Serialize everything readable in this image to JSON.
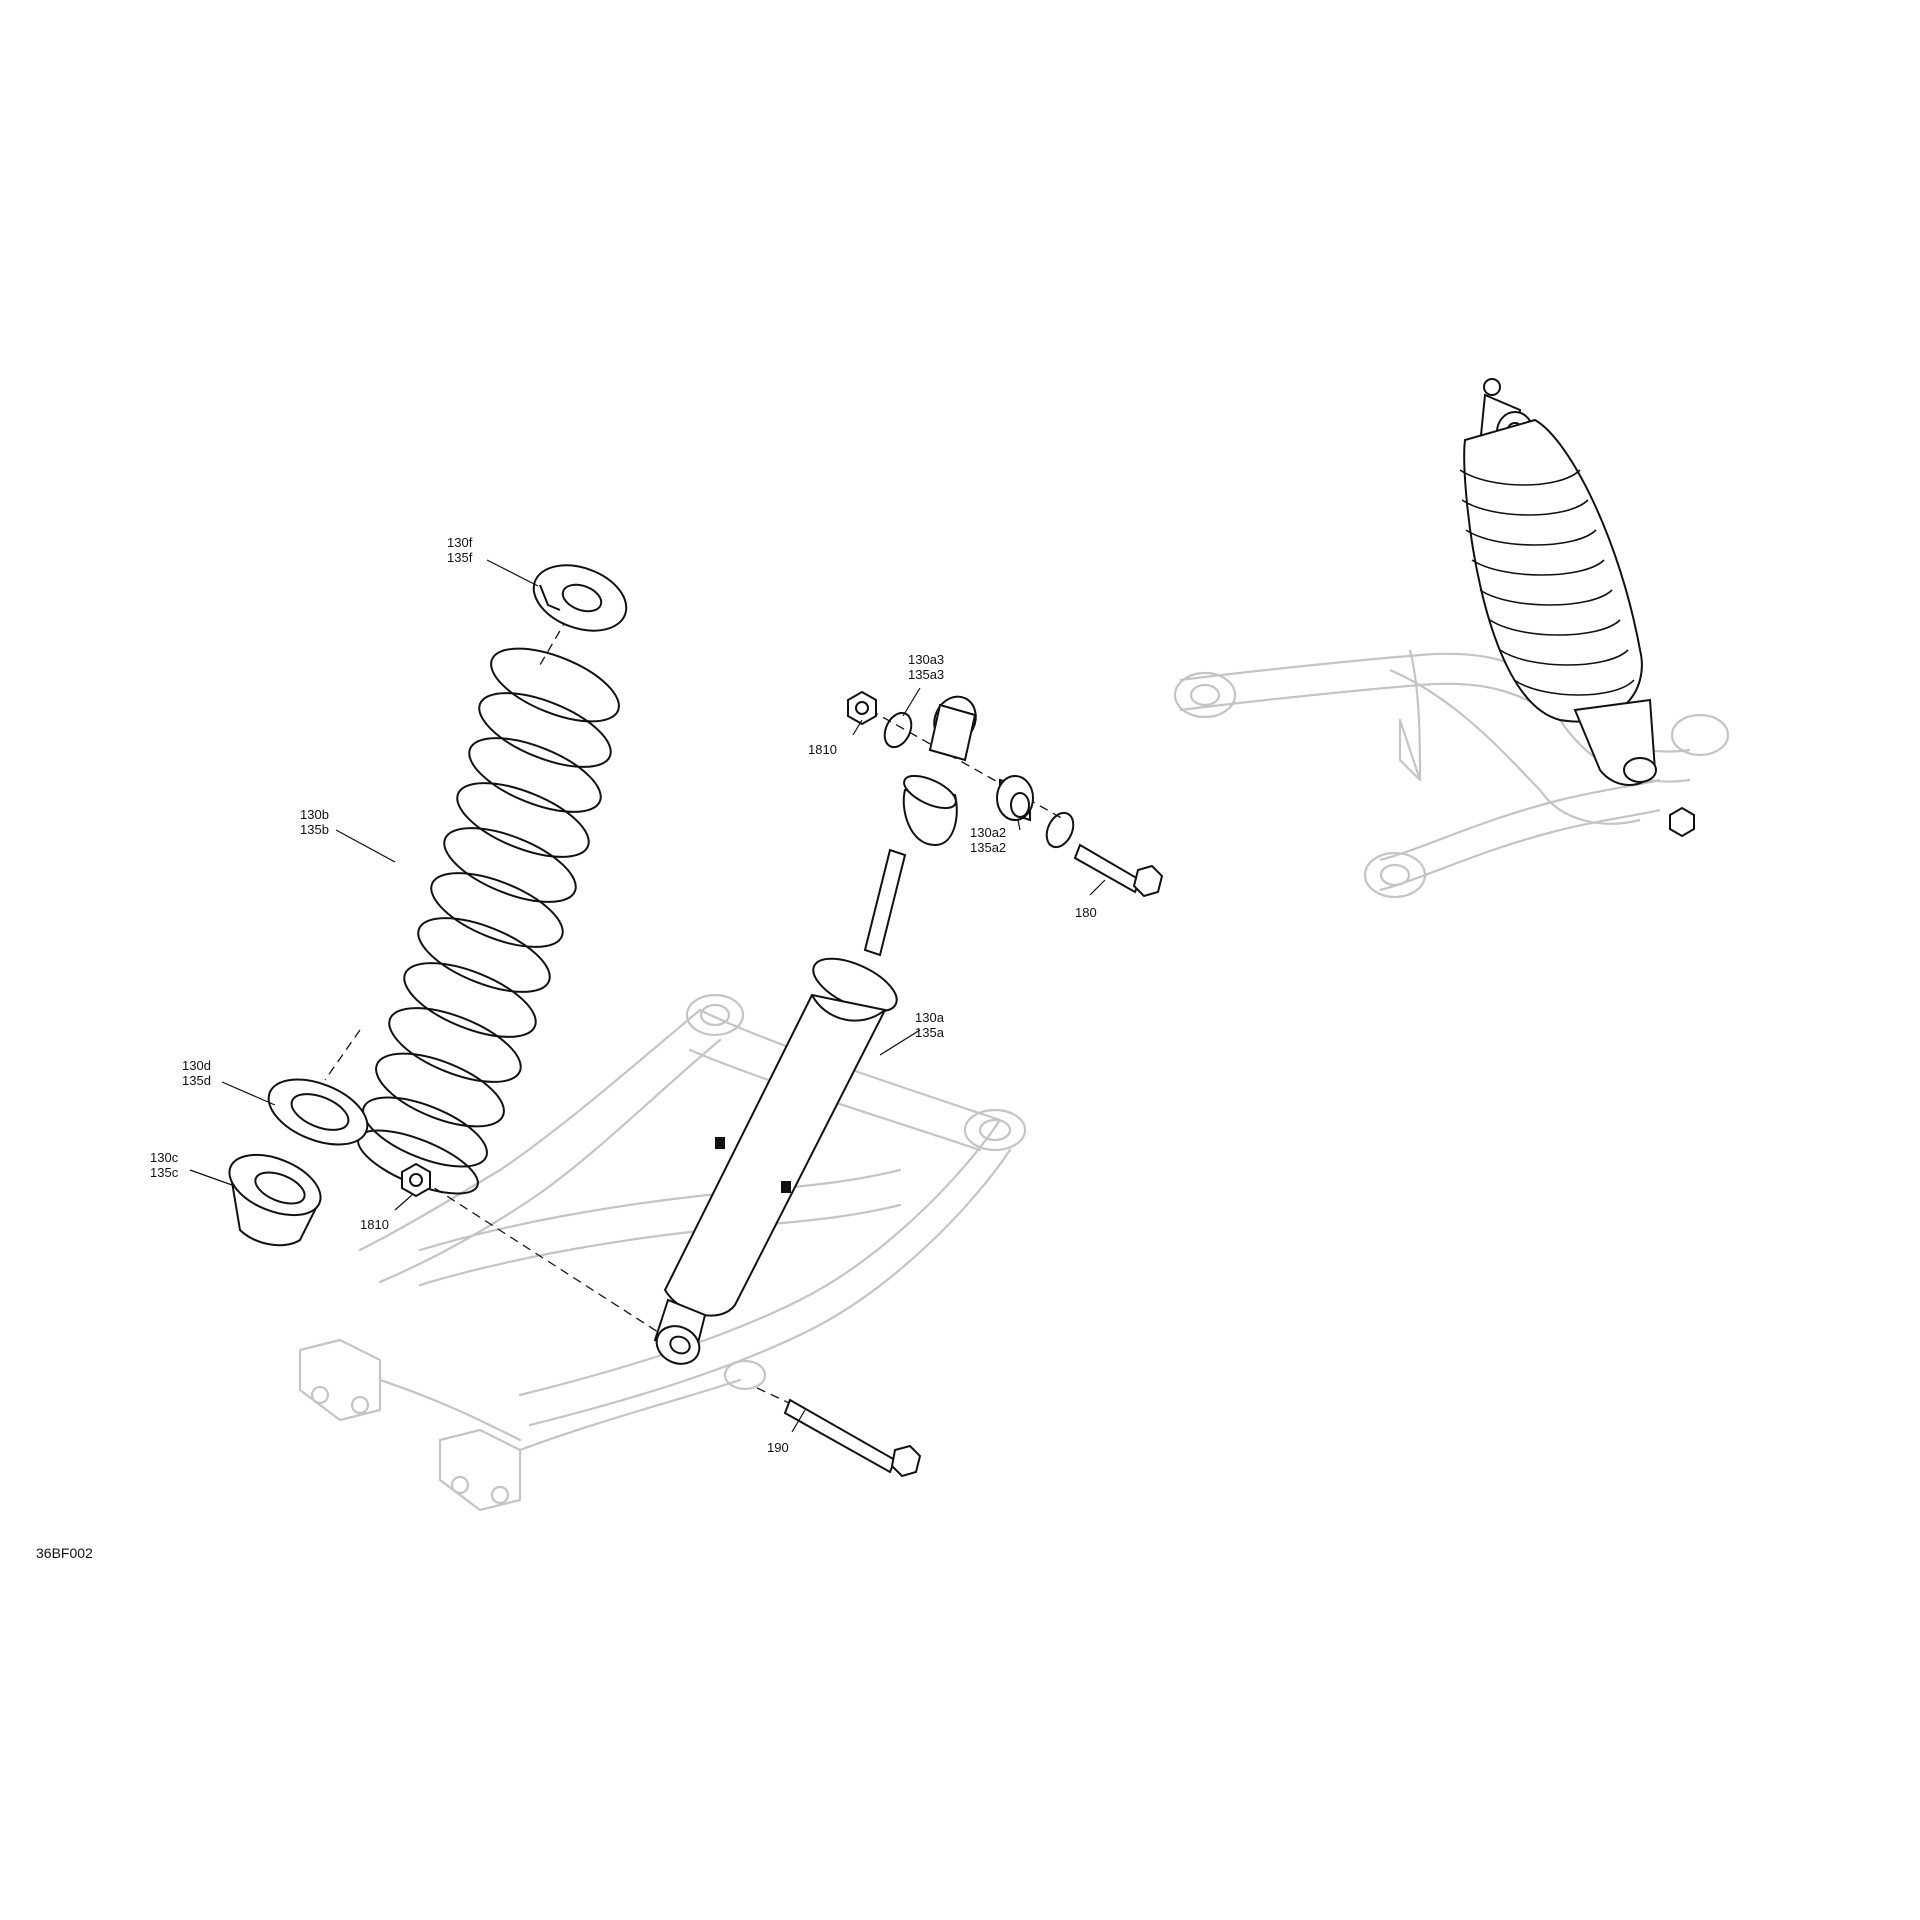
{
  "figure_code": "36BF002",
  "colors": {
    "line": "#111111",
    "ghost": "#c4c4c4",
    "paper": "#ffffff"
  },
  "callouts": {
    "c130f": [
      "130f",
      "135f"
    ],
    "c130b": [
      "130b",
      "135b"
    ],
    "c130d": [
      "130d",
      "135d"
    ],
    "c130c": [
      "130c",
      "135c"
    ],
    "c130a3": [
      "130a3",
      "135a3"
    ],
    "c130a2": [
      "130a2",
      "135a2"
    ],
    "c130a": [
      "130a",
      "135a"
    ],
    "nut_upper": "1810",
    "nut_lower": "1810",
    "bolt_upper": "180",
    "bolt_lower": "190"
  },
  "parts": [
    {
      "name": "spring-retainer-top",
      "icon": "spring-seat-icon"
    },
    {
      "name": "coil-spring",
      "icon": "coil-spring-icon"
    },
    {
      "name": "spring-seat-lower",
      "icon": "washer-icon"
    },
    {
      "name": "adjuster-collar",
      "icon": "collar-icon"
    },
    {
      "name": "shock-absorber",
      "icon": "shock-absorber-icon"
    },
    {
      "name": "bushing",
      "icon": "bushing-icon"
    },
    {
      "name": "snap-ring",
      "icon": "snap-ring-icon"
    },
    {
      "name": "flange-nut",
      "icon": "nut-icon"
    },
    {
      "name": "screw",
      "icon": "bolt-icon"
    },
    {
      "name": "a-arm",
      "icon": "a-arm-icon"
    },
    {
      "name": "assembly-view",
      "icon": "assembly-icon"
    }
  ]
}
